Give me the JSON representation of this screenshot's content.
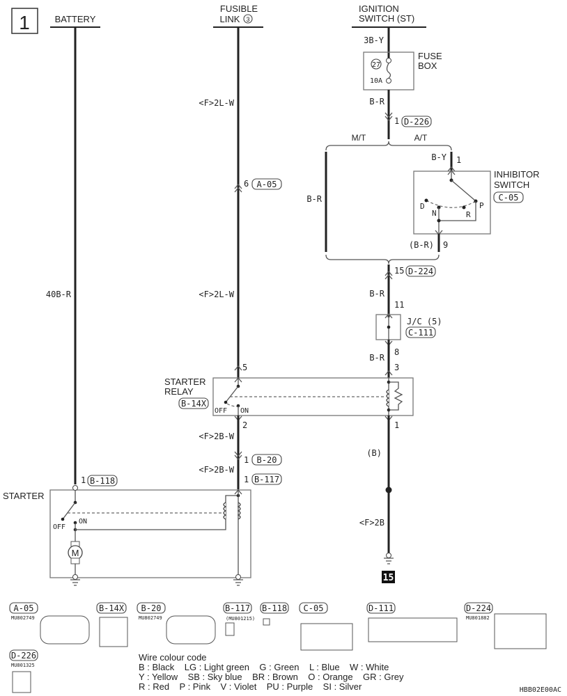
{
  "page": {
    "number": "1",
    "code": "HBB02E00AC",
    "ground_ref": "15"
  },
  "headers": {
    "battery": "BATTERY",
    "fusible_link": [
      "FUSIBLE",
      "LINK"
    ],
    "fusible_link_num": "3",
    "ignition": [
      "IGNITION",
      "SWITCH (ST)"
    ]
  },
  "fuse_box": {
    "label": [
      "FUSE",
      "BOX"
    ],
    "num": "27",
    "rating": "10A",
    "wire_in": "3B-Y",
    "wire_out": "B-R"
  },
  "wires": {
    "battery": "40B-R",
    "fl_top": "<F>2L-W",
    "fl_mid": "<F>2L-W",
    "relay_out1": "<F>2B-W",
    "relay_out2": "<F>2B-W",
    "mt": "B-R",
    "at_in": "B-Y",
    "at_out": "(B-R)",
    "jc_in": "B-R",
    "jc_out": "B-R",
    "relay_ground": "(B)",
    "ground": "<F>2B"
  },
  "branches": {
    "mt": "M/T",
    "at": "A/T"
  },
  "pins": {
    "d226": "1",
    "a05": "6",
    "inh_in": "1",
    "inh_out": "9",
    "d224": "15",
    "jc_in": "11",
    "jc_out": "8",
    "relay_coil_in": "3",
    "relay_sw_in": "5",
    "relay_sw_out": "2",
    "relay_coil_out": "1",
    "b20": "1",
    "b117": "1",
    "b118": "1"
  },
  "tags": {
    "d226": "D-226",
    "a05": "A-05",
    "c05": "C-05",
    "d224": "D-224",
    "c111": "C-111",
    "b14x": "B-14X",
    "b20": "B-20",
    "b117": "B-117",
    "b118": "B-118"
  },
  "components": {
    "inhibitor": [
      "INHIBITOR",
      "SWITCH"
    ],
    "inh_positions": {
      "d": "D",
      "n": "N",
      "r": "R",
      "p": "P"
    },
    "jc": "J/C (5)",
    "relay": [
      "STARTER",
      "RELAY"
    ],
    "starter": "STARTER",
    "off": "OFF",
    "on": "ON",
    "motor": "M"
  },
  "connectors": [
    {
      "id": "A-05",
      "part": "MU802749"
    },
    {
      "id": "B-14X",
      "part": ""
    },
    {
      "id": "B-20",
      "part": "MU802749"
    },
    {
      "id": "B-117",
      "part": "(MU801215)"
    },
    {
      "id": "B-118",
      "part": ""
    },
    {
      "id": "C-05",
      "part": ""
    },
    {
      "id": "D-111",
      "part": ""
    },
    {
      "id": "D-224",
      "part": "MU801882"
    },
    {
      "id": "D-226",
      "part": "MU801325"
    }
  ],
  "legend": {
    "title": "Wire colour code",
    "row1": "B : Black    LG : Light green    G : Green    L : Blue    W : White",
    "row2": "Y : Yellow    SB : Sky blue    BR : Brown    O : Orange    GR : Grey",
    "row3": "R : Red    P : Pink    V : Violet    PU : Purple    SI : Silver"
  }
}
